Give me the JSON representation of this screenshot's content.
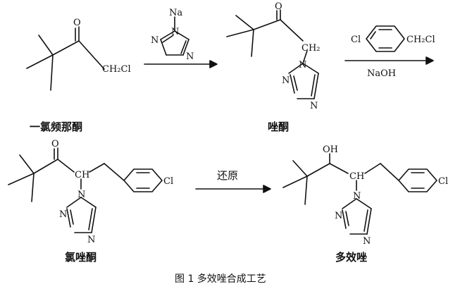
{
  "figure": {
    "caption": "图 1  多效唑合成工艺"
  },
  "compounds": {
    "c1": {
      "name": "一氯频那酮",
      "atom_O": "O",
      "atom_Cl": "CH₂Cl"
    },
    "c2": {
      "name": "唑酮",
      "atom_O": "O",
      "atom_CH2": "CH₂",
      "triazole_N1": "N",
      "triazole_N2": "N",
      "triazole_N4": "N"
    },
    "c3": {
      "name": "氯唑酮",
      "atom_O": "O",
      "atom_CH": "CH",
      "atom_Cl": "Cl",
      "triazole_N1": "N",
      "triazole_N2": "N",
      "triazole_N4": "N"
    },
    "c4": {
      "name": "多效唑",
      "atom_OH": "OH",
      "atom_CH": "CH",
      "atom_Cl": "Cl",
      "triazole_N1": "N",
      "triazole_N2": "N",
      "triazole_N4": "N"
    }
  },
  "reagents": {
    "r1": {
      "atom_Na": "Na",
      "triazole_N1": "N",
      "triazole_N2": "N",
      "triazole_N4": "N"
    },
    "r2": {
      "atom_Cl": "Cl",
      "atom_CH2Cl": "CH₂Cl",
      "condition": "NaOH"
    },
    "r3": {
      "condition": "还原"
    }
  }
}
